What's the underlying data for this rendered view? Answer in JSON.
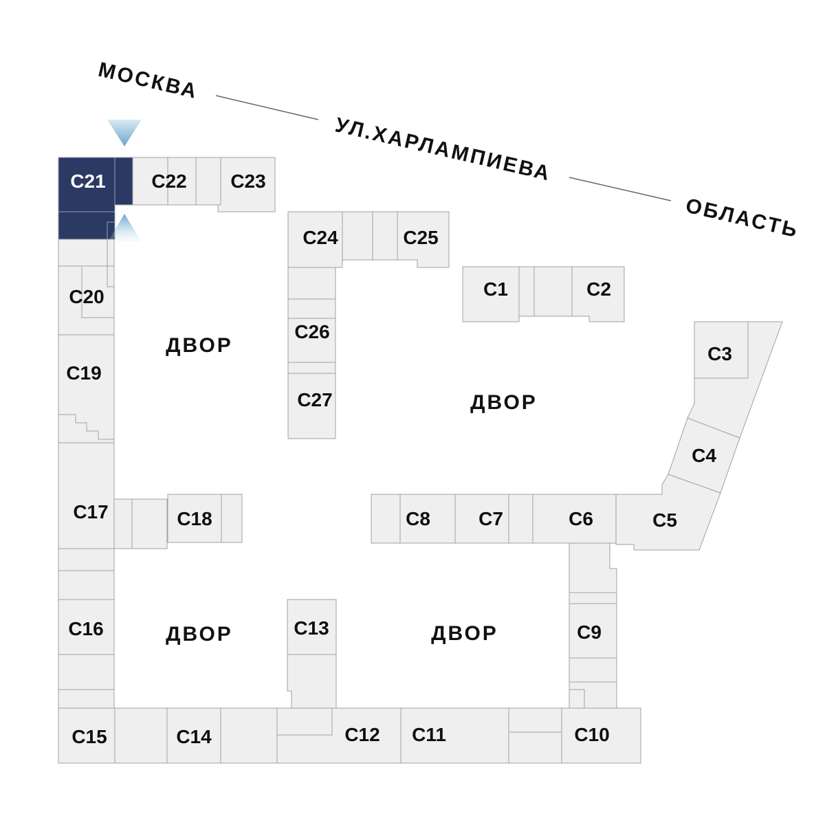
{
  "street": {
    "city": "МОСКВА",
    "name": "УЛ.ХАРЛАМПИЕВА",
    "region": "ОБЛАСТЬ"
  },
  "courtyards": [
    "ДВОР",
    "ДВОР",
    "ДВОР",
    "ДВОР"
  ],
  "selected_building": "C21",
  "buildings": {
    "c1": "C1",
    "c2": "C2",
    "c3": "C3",
    "c4": "C4",
    "c5": "C5",
    "c6": "C6",
    "c7": "C7",
    "c8": "C8",
    "c9": "C9",
    "c10": "C10",
    "c11": "C11",
    "c12": "C12",
    "c13": "C13",
    "c14": "C14",
    "c15": "C15",
    "c16": "C16",
    "c17": "C17",
    "c18": "C18",
    "c19": "C19",
    "c20": "C20",
    "c21": "C21",
    "c22": "C22",
    "c23": "C23",
    "c24": "C24",
    "c25": "C25",
    "c26": "C26",
    "c27": "C27"
  },
  "colors": {
    "block_fill": "#efefef",
    "block_stroke": "#a0a0a0",
    "highlight_fill": "#2b3a63",
    "label": "#0f0f0f",
    "highlight_label": "#ffffff",
    "arrow_light": "#d9eaf4",
    "arrow_dark": "#6ba6cd",
    "street_line": "#666666"
  }
}
